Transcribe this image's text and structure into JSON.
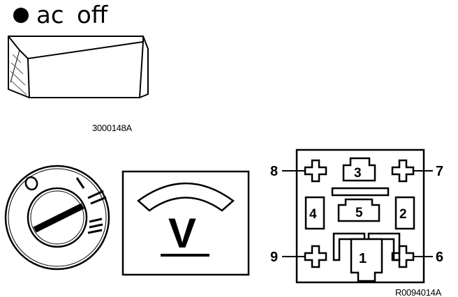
{
  "header": {
    "indicator_icon": "filled-circle-icon",
    "ac_label": "ac",
    "off_label": "off"
  },
  "figure_codes": {
    "top": "3000148A",
    "bottom_right": "R0094014A"
  },
  "voltmeter": {
    "letter": "V"
  },
  "connector": {
    "pins": [
      "3",
      "4",
      "5",
      "2",
      "1"
    ],
    "terminals": {
      "top_left": "8",
      "top_right": "7",
      "bottom_left": "9",
      "bottom_right": "6"
    }
  }
}
